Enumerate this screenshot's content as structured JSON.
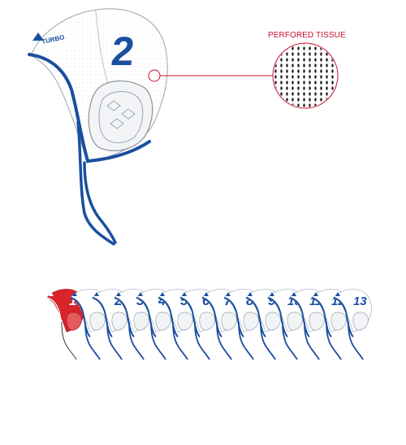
{
  "hero": {
    "brand_text": "TURBO",
    "number": "2"
  },
  "callout": {
    "label": "PERFORED TISSUE"
  },
  "lineup": [
    {
      "number": "1",
      "variant": "goalkeeper"
    },
    {
      "number": "",
      "variant": "player"
    },
    {
      "number": "2",
      "variant": "player"
    },
    {
      "number": "3",
      "variant": "player"
    },
    {
      "number": "4",
      "variant": "player"
    },
    {
      "number": "5",
      "variant": "player"
    },
    {
      "number": "6",
      "variant": "player"
    },
    {
      "number": "7",
      "variant": "player"
    },
    {
      "number": "8",
      "variant": "player"
    },
    {
      "number": "9",
      "variant": "player"
    },
    {
      "number": "10",
      "variant": "player"
    },
    {
      "number": "11",
      "variant": "player"
    },
    {
      "number": "12",
      "variant": "player"
    },
    {
      "number": "13",
      "variant": "player"
    }
  ],
  "colors": {
    "blue": "#1a4fa0",
    "red": "#d9242b",
    "callout_red": "#c8102e",
    "mesh": "#1d1d1d"
  },
  "icons": [
    "water-polo-cap-icon",
    "perforated-mesh-icon",
    "brand-triangle-icon"
  ]
}
